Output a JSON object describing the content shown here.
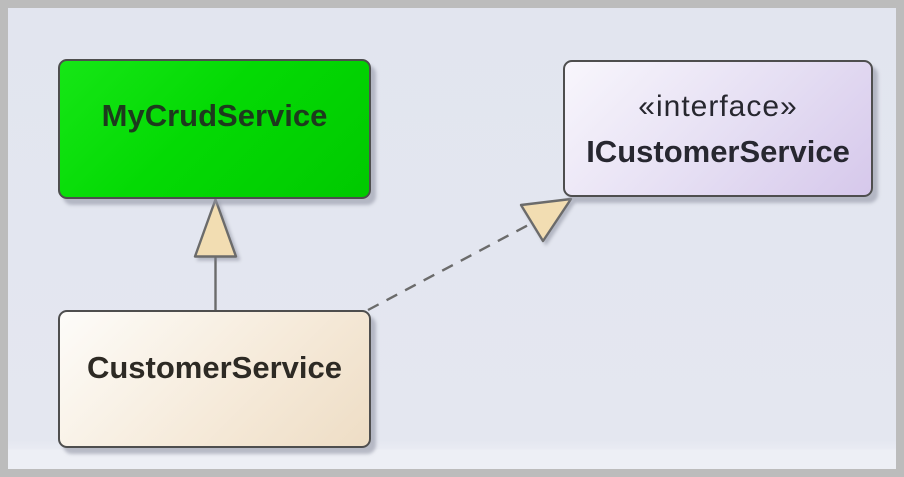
{
  "diagram": {
    "type": "uml-class-diagram",
    "background_color": "#e4e7f0",
    "frame_color": "#bcbcbc",
    "node_border_color": "#4e4e4e",
    "connector_color": "#6b6b6b",
    "arrowhead_fill_color": "#f2ddb2",
    "nodes": [
      {
        "id": "my-crud-service",
        "kind": "class",
        "name": "MyCrudService",
        "fill_color": "#00d800",
        "text_color": "#1d3a1d"
      },
      {
        "id": "i-customer-service",
        "kind": "interface",
        "stereotype": "«interface»",
        "name": "ICustomerService",
        "fill_color": "#ddd4f0",
        "text_color": "#272730"
      },
      {
        "id": "customer-service",
        "kind": "class",
        "name": "CustomerService",
        "fill_color": "#f3e6d1",
        "text_color": "#2d2a24"
      }
    ],
    "edges": [
      {
        "id": "generalization-edge",
        "type": "generalization",
        "from": "CustomerService",
        "to": "MyCrudService",
        "line_style": "solid",
        "arrowhead": "hollow-triangle"
      },
      {
        "id": "realization-edge",
        "type": "realization",
        "from": "CustomerService",
        "to": "ICustomerService",
        "line_style": "dashed",
        "arrowhead": "hollow-triangle"
      }
    ]
  }
}
